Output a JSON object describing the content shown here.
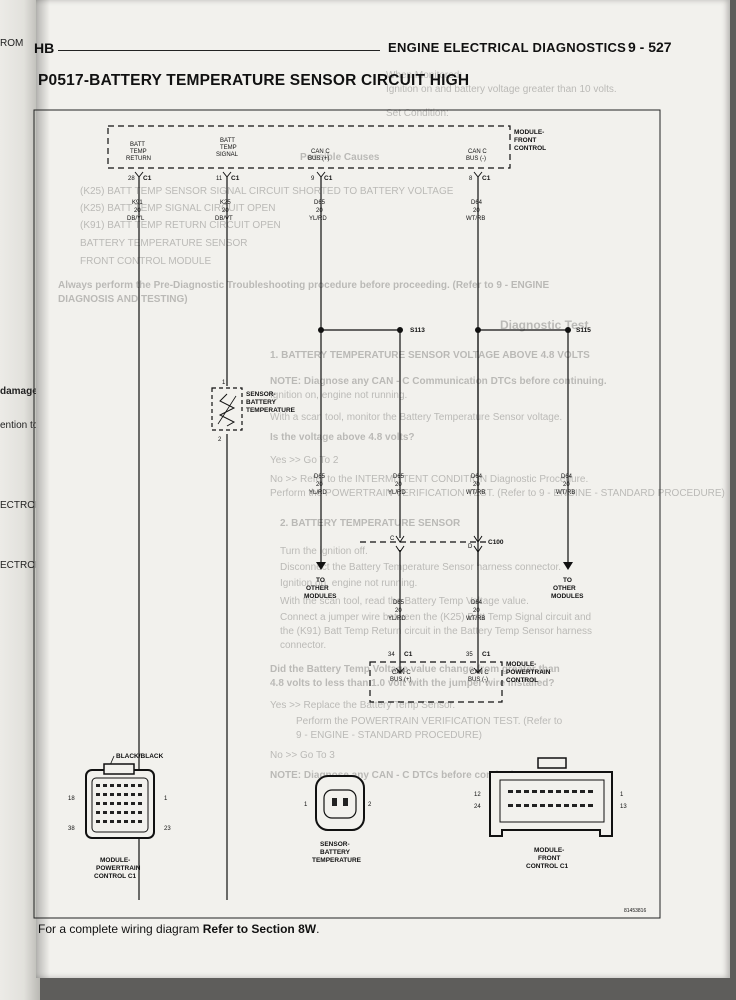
{
  "left_page_fragments": [
    "ROM",
    "damage",
    "ention to",
    "ECTRON",
    "ECTRON"
  ],
  "header": {
    "section": "HB",
    "title": "ENGINE ELECTRICAL DIAGNOSTICS",
    "page": "9 - 527"
  },
  "title": "P0517-BATTERY TEMPERATURE SENSOR CIRCUIT HIGH",
  "modules": {
    "front_control": [
      "MODULE-",
      "FRONT",
      "CONTROL"
    ],
    "powertrain_control": [
      "MODULE-",
      "POWERTRAIN",
      "CONTROL"
    ]
  },
  "pins_top": [
    {
      "label": [
        "BATT",
        "TEMP",
        "RETURN"
      ],
      "pin": "28",
      "conn": "C1"
    },
    {
      "label": [
        "BATT",
        "TEMP",
        "SIGNAL"
      ],
      "pin": "11",
      "conn": "C1"
    },
    {
      "label": [
        "CAN C",
        "BUS (+)"
      ],
      "pin": "9",
      "conn": "C1"
    },
    {
      "label": [
        "CAN C",
        "BUS (-)"
      ],
      "pin": "8",
      "conn": "C1"
    }
  ],
  "wires_top": [
    {
      "circuit": "K91",
      "gauge": "20",
      "color": "DB/YL"
    },
    {
      "circuit": "K25",
      "gauge": "20",
      "color": "DB/VT"
    },
    {
      "circuit": "D65",
      "gauge": "20",
      "color": "YL/RD"
    },
    {
      "circuit": "D64",
      "gauge": "20",
      "color": "WT/RB"
    }
  ],
  "splices": {
    "s1": "S113",
    "s2": "S115",
    "connector": "C100"
  },
  "sensor": {
    "name": [
      "SENSOR-",
      "BATTERY",
      "TEMPERATURE"
    ],
    "pin_top": "1",
    "pin_bottom": "2"
  },
  "wires_mid": [
    {
      "circuit": "D65",
      "gauge": "20",
      "color": "YL/RD"
    },
    {
      "circuit": "D65",
      "gauge": "20",
      "color": "YL/RD"
    },
    {
      "circuit": "D64",
      "gauge": "20",
      "color": "WT/RB"
    },
    {
      "circuit": "D64",
      "gauge": "20",
      "color": "WT/RB"
    }
  ],
  "c100_pins": {
    "left": "C",
    "right": "D"
  },
  "wires_low": [
    {
      "circuit": "D65",
      "gauge": "20",
      "color": "YL/RD"
    },
    {
      "circuit": "D64",
      "gauge": "20",
      "color": "WT/RB"
    }
  ],
  "to_other_modules": [
    "TO",
    "OTHER",
    "MODULES"
  ],
  "pcm_pins": [
    {
      "label": [
        "CAN C",
        "BUS (+)"
      ],
      "pin": "34",
      "conn": "C1"
    },
    {
      "label": [
        "CAN C",
        "BUS (-)"
      ],
      "pin": "35",
      "conn": "C1"
    }
  ],
  "connector_views": [
    {
      "name": [
        "MODULE-",
        "POWERTRAIN",
        "CONTROL C1"
      ],
      "callout": "BLACK/BLACK",
      "pins": [
        "18",
        "1",
        "38",
        "23"
      ]
    },
    {
      "name": [
        "SENSOR-",
        "BATTERY",
        "TEMPERATURE"
      ],
      "pins": [
        "1",
        "2"
      ]
    },
    {
      "name": [
        "MODULE-",
        "FRONT",
        "CONTROL C1"
      ],
      "pins": [
        "12",
        "24",
        "1",
        "13"
      ]
    }
  ],
  "figure_id": "81453816",
  "footer": {
    "prefix": "For a complete wiring diagram ",
    "ref": "Refer to Section 8W",
    "suffix": "."
  },
  "bleed_through": [
    "When Monitored:",
    "Ignition on and battery voltage greater than 10 volts.",
    "Set Condition:",
    "Possible Causes",
    "(K25) BATT TEMP SENSOR SIGNAL CIRCUIT SHORTED TO BATTERY VOLTAGE",
    "(K25) BATT TEMP SIGNAL CIRCUIT OPEN",
    "(K91) BATT TEMP RETURN CIRCUIT OPEN",
    "BATTERY TEMPERATURE SENSOR",
    "FRONT CONTROL MODULE",
    "Always perform the Pre-Diagnostic Troubleshooting procedure before proceeding. (Refer to 9 - ENGINE",
    "DIAGNOSIS AND TESTING)",
    "Diagnostic Test",
    "1. BATTERY TEMPERATURE SENSOR VOLTAGE ABOVE 4.8 VOLTS",
    "NOTE: Diagnose any CAN - C Communication DTCs before continuing.",
    "Ignition on, engine not running.",
    "With a scan tool, monitor the Battery Temperature Sensor voltage.",
    "Is the voltage above 4.8 volts?",
    "Yes >> Go To 2",
    "No >> Refer to the INTERMITTENT CONDITION Diagnostic Procedure.",
    "Perform the POWERTRAIN VERIFICATION TEST. (Refer to 9 - ENGINE - STANDARD PROCEDURE)",
    "2. BATTERY TEMPERATURE SENSOR",
    "Turn the ignition off.",
    "Disconnect the Battery Temperature Sensor harness connector.",
    "Ignition on, engine not running.",
    "With the scan tool, read the Battery Temp Voltage value.",
    "Connect a jumper wire between the (K25) Batt Temp Signal circuit and",
    "the (K91) Batt Temp Return circuit in the Battery Temp Sensor harness",
    "connector.",
    "Did the Battery Temp Voltage value change from greater than",
    "4.8 volts to less than 1.0 volt with the jumper wire installed?",
    "Yes >> Replace the Battery Temp Sensor.",
    "Perform the POWERTRAIN VERIFICATION TEST. (Refer to",
    "9 - ENGINE - STANDARD PROCEDURE)",
    "No >> Go To 3",
    "NOTE: Diagnose any CAN - C DTCs before continuing"
  ]
}
